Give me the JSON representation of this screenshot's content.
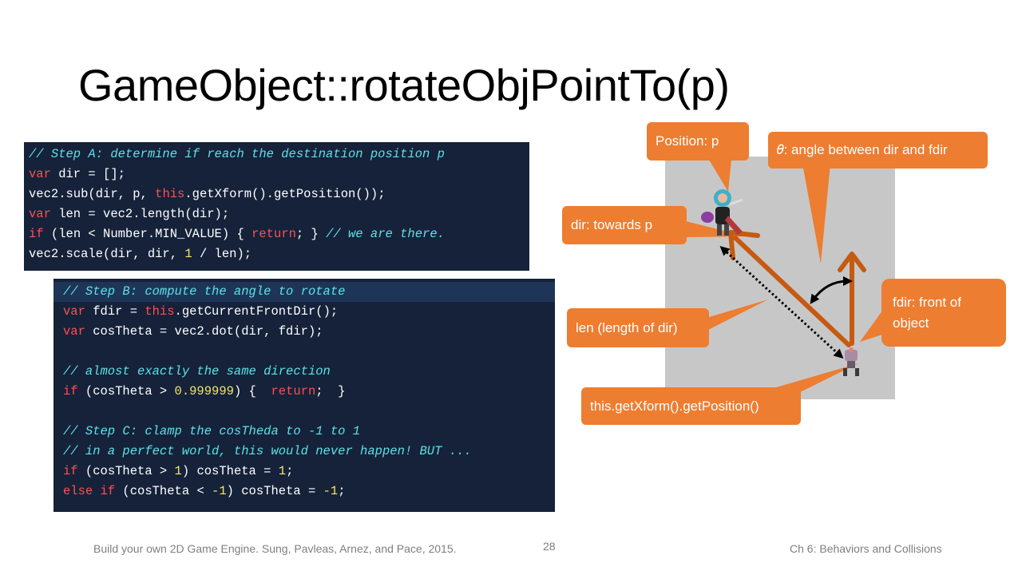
{
  "slide": {
    "title": "GameObject::rotateObjPointTo(p)"
  },
  "code_a": [
    [
      {
        "t": "// Step A: determine if reach the destination position p",
        "c": "cm"
      }
    ],
    [
      {
        "t": "var",
        "c": "kw"
      },
      {
        "t": " dir = [];",
        "c": "fn"
      }
    ],
    [
      {
        "t": "vec2.sub(dir, p, ",
        "c": "fn"
      },
      {
        "t": "this",
        "c": "kw"
      },
      {
        "t": ".getXform().getPosition());",
        "c": "fn"
      }
    ],
    [
      {
        "t": "var",
        "c": "kw"
      },
      {
        "t": " len = vec2.length(dir);",
        "c": "fn"
      }
    ],
    [
      {
        "t": "if",
        "c": "kw"
      },
      {
        "t": " (len < Number.MIN_VALUE) { ",
        "c": "fn"
      },
      {
        "t": "return",
        "c": "kw"
      },
      {
        "t": "; } ",
        "c": "fn"
      },
      {
        "t": "// we are there.",
        "c": "cm"
      }
    ],
    [
      {
        "t": "vec2.scale(dir, dir, ",
        "c": "fn"
      },
      {
        "t": "1",
        "c": "nm"
      },
      {
        "t": " / len);",
        "c": "fn"
      }
    ]
  ],
  "code_b": [
    [
      {
        "t": "// Step B: compute the angle to rotate",
        "c": "cm"
      }
    ],
    [
      {
        "t": "var",
        "c": "kw"
      },
      {
        "t": " fdir = ",
        "c": "fn"
      },
      {
        "t": "this",
        "c": "kw"
      },
      {
        "t": ".getCurrentFrontDir();",
        "c": "fn"
      }
    ],
    [
      {
        "t": "var",
        "c": "kw"
      },
      {
        "t": " cosTheta = vec2.dot(dir, fdir);",
        "c": "fn"
      }
    ],
    [],
    [
      {
        "t": "// almost exactly the same direction",
        "c": "cm"
      }
    ],
    [
      {
        "t": "if",
        "c": "kw"
      },
      {
        "t": " (cosTheta > ",
        "c": "fn"
      },
      {
        "t": "0.999999",
        "c": "nm"
      },
      {
        "t": ") {  ",
        "c": "fn"
      },
      {
        "t": "return",
        "c": "kw"
      },
      {
        "t": ";  }",
        "c": "fn"
      }
    ],
    [],
    [
      {
        "t": "// Step C: clamp the cosTheda to -1 to 1",
        "c": "cm"
      }
    ],
    [
      {
        "t": "// in a perfect world, this would never happen! BUT ...",
        "c": "cm"
      }
    ],
    [
      {
        "t": "if",
        "c": "kw"
      },
      {
        "t": " (cosTheta > ",
        "c": "fn"
      },
      {
        "t": "1",
        "c": "nm"
      },
      {
        "t": ") cosTheta = ",
        "c": "fn"
      },
      {
        "t": "1",
        "c": "nm"
      },
      {
        "t": ";",
        "c": "fn"
      }
    ],
    [
      {
        "t": "else if",
        "c": "kw"
      },
      {
        "t": " (cosTheta < ",
        "c": "fn"
      },
      {
        "t": "-1",
        "c": "nm"
      },
      {
        "t": ") cosTheta = ",
        "c": "fn"
      },
      {
        "t": "-1",
        "c": "nm"
      },
      {
        "t": ";",
        "c": "fn"
      }
    ]
  ],
  "callouts": {
    "position": "Position: p",
    "theta": "𝜃: angle between dir and fdir",
    "dir": "dir: towards p",
    "len": "len (length of dir)",
    "fdir": "fdir: front of object",
    "getpos": "this.getXform().getPosition()"
  },
  "footer": {
    "left": "Build your own 2D Game Engine. Sung, Pavleas, Arnez, and Pace, 2015.",
    "page": "28",
    "right": "Ch 6: Behaviors and Collisions"
  },
  "colors": {
    "accent": "#ed7d31",
    "arrow": "#c55a11",
    "code_bg": "#15223a"
  }
}
